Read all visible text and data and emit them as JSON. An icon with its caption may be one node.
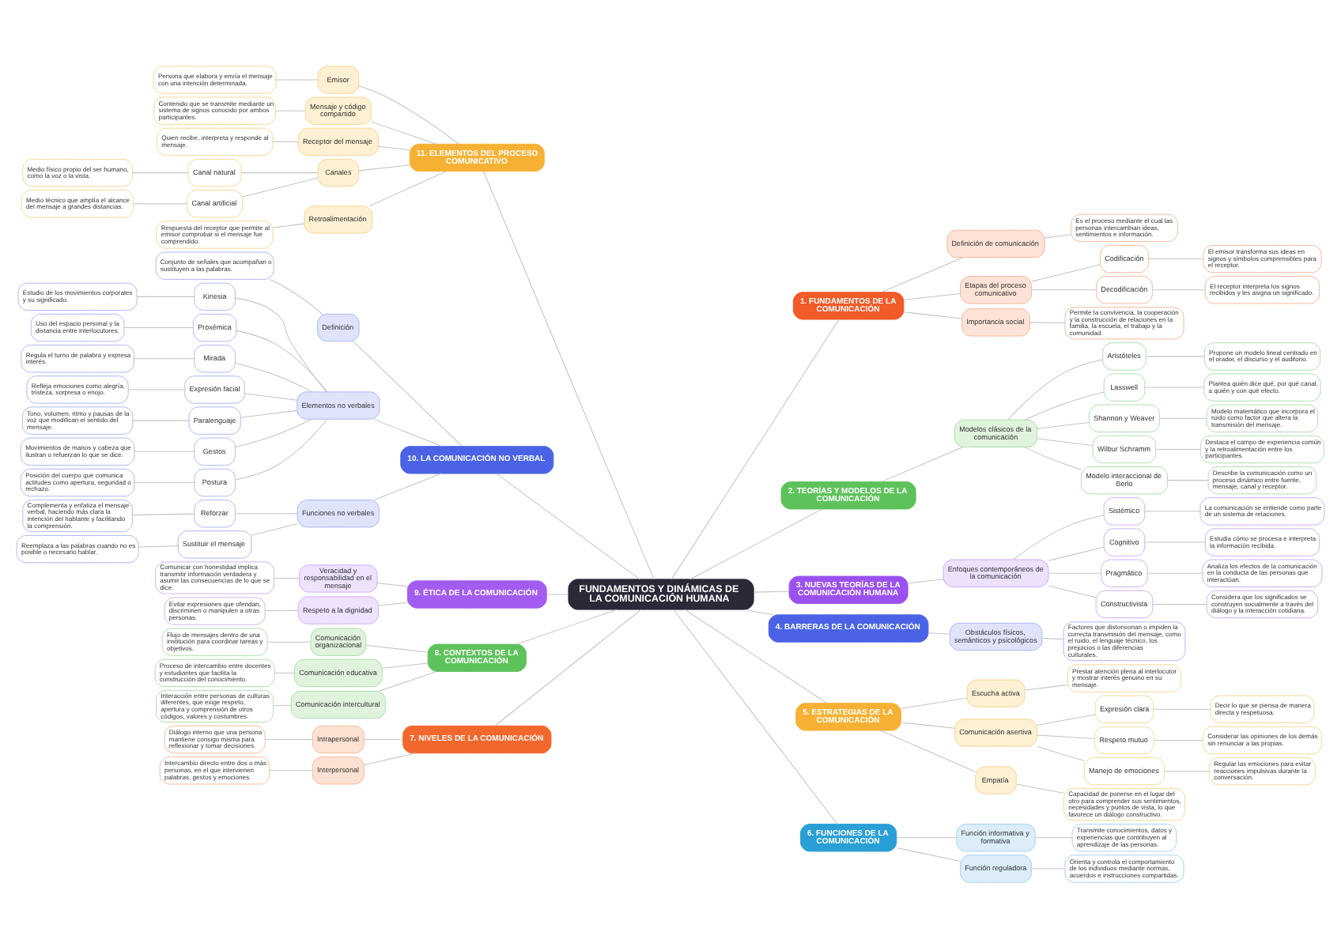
{
  "diagram": {
    "nodes": [
      {
        "text": [
          "FUNDAMENTOS Y DINÁMICAS DE LA COMUNICACIÓN HUMANA"
        ]
      },
      {
        "text": [
          "1. FUNDAMENTOS DE LA COMUNICACIÓN"
        ]
      },
      {
        "text": [
          "Definición de comunicación"
        ]
      },
      {
        "text": [
          "Es el proceso mediante el cual las personas intercambian ideas, sentimientos e información."
        ]
      },
      {
        "text": [
          "Etapas del proceso comunicativo"
        ]
      },
      {
        "text": [
          "Codificación"
        ]
      },
      {
        "text": [
          "El emisor transforma sus ideas en signos y símbolos comprensibles para el receptor."
        ]
      },
      {
        "text": [
          "Decodificación"
        ]
      },
      {
        "text": [
          "El receptor interpreta los signos recibidos y les asigna un significado."
        ]
      },
      {
        "text": [
          "Importancia social"
        ]
      },
      {
        "text": [
          "Permite la convivencia, la cooperación y la construcción de relaciones en la familia, la escuela, el trabajo y la comunidad."
        ]
      },
      {
        "text": [
          "2. TEORÍAS Y MODELOS DE LA COMUNICACIÓN"
        ]
      },
      {
        "text": [
          "Modelos clásicos de la comunicación"
        ]
      },
      {
        "text": [
          "Aristóteles"
        ]
      },
      {
        "text": [
          "Propone un modelo lineal centrado en el orador, el discurso y el auditorio."
        ]
      },
      {
        "text": [
          "Lasswell"
        ]
      },
      {
        "text": [
          "Plantea quién dice qué, por qué canal, a quién y con qué efecto."
        ]
      },
      {
        "text": [
          "Shannon y Weaver"
        ]
      },
      {
        "text": [
          "Modelo matemático que incorpora el ruido como factor que altera la transmisión del mensaje."
        ]
      },
      {
        "text": [
          "Wilbur Schramm"
        ]
      },
      {
        "text": [
          "Destaca el campo de experiencia común y la retroalimentación entre los participantes."
        ]
      },
      {
        "text": [
          "Modelo interaccional de Berlo"
        ]
      },
      {
        "text": [
          "Describe la comunicación como un proceso dinámico entre fuente, mensaje, canal y receptor."
        ]
      },
      {
        "text": [
          "3. NUEVAS TEORÍAS DE LA COMUNICACIÓN HUMANA"
        ]
      },
      {
        "text": [
          "Enfoques contemporáneos de la comunicación"
        ]
      },
      {
        "text": [
          "Sistémico"
        ]
      },
      {
        "text": [
          "La comunicación se entiende como parte de un sistema de relaciones."
        ]
      },
      {
        "text": [
          "Cognitivo"
        ]
      },
      {
        "text": [
          "Estudia cómo se procesa e interpreta la información recibida."
        ]
      },
      {
        "text": [
          "Pragmático"
        ]
      },
      {
        "text": [
          "Analiza los efectos de la comunicación en la conducta de las personas que interactúan."
        ]
      },
      {
        "text": [
          "Constructivista"
        ]
      },
      {
        "text": [
          "Considera que los significados se construyen socialmente a través del diálogo y la interacción cotidiana."
        ]
      },
      {
        "text": [
          "4. BARRERAS DE LA COMUNICACIÓN"
        ]
      },
      {
        "text": [
          "Obstáculos físicos, semánticos y psicológicos"
        ]
      },
      {
        "text": [
          "Factores que distorsionan o impiden la correcta transmisión del mensaje, como el ruido, el lenguaje técnico, los prejuicios o las diferencias culturales."
        ]
      },
      {
        "text": [
          "5. ESTRATEGIAS DE LA COMUNICACIÓN"
        ]
      },
      {
        "text": [
          "Escucha activa"
        ]
      },
      {
        "text": [
          "Prestar atención plena al interlocutor y mostrar interés genuino en su mensaje."
        ]
      },
      {
        "text": [
          "Comunicación asertiva"
        ]
      },
      {
        "text": [
          "Expresión clara"
        ]
      },
      {
        "text": [
          "Decir lo que se piensa de manera directa y respetuosa."
        ]
      },
      {
        "text": [
          "Respeto mutuo"
        ]
      },
      {
        "text": [
          "Considerar las opiniones de los demás sin renunciar a las propias."
        ]
      },
      {
        "text": [
          "Manejo de emociones"
        ]
      },
      {
        "text": [
          "Regular las emociones para evitar reacciones impulsivas durante la conversación."
        ]
      },
      {
        "text": [
          "Empatía"
        ]
      },
      {
        "text": [
          "Capacidad de ponerse en el lugar del otro para comprender sus sentimientos, necesidades y puntos de vista, lo que favorece un diálogo constructivo."
        ]
      },
      {
        "text": [
          "6. FUNCIONES DE LA COMUNICACIÓN"
        ]
      },
      {
        "text": [
          "Función informativa y formativa"
        ]
      },
      {
        "text": [
          "Transmite conocimientos, datos y experiencias que contribuyen al aprendizaje de las personas."
        ]
      },
      {
        "text": [
          "Función reguladora"
        ]
      },
      {
        "text": [
          "Orienta y controla el comportamiento de los individuos mediante normas, acuerdos e instrucciones compartidas."
        ]
      },
      {
        "text": [
          "7. NIVELES DE LA COMUNICACIÓN"
        ]
      },
      {
        "text": [
          "Intrapersonal"
        ]
      },
      {
        "text": [
          "Diálogo interno que una persona mantiene consigo misma para reflexionar y tomar decisiones."
        ]
      },
      {
        "text": [
          "Interpersonal"
        ]
      },
      {
        "text": [
          "Intercambio directo entre dos o más personas, en el que intervienen palabras, gestos y emociones."
        ]
      },
      {
        "text": [
          "8. CONTEXTOS DE LA COMUNICACIÓN"
        ]
      },
      {
        "text": [
          "Comunicación organizacional"
        ]
      },
      {
        "text": [
          "Flujo de mensajes dentro de una institución para coordinar tareas y objetivos."
        ]
      },
      {
        "text": [
          "Comunicación educativa"
        ]
      },
      {
        "text": [
          "Proceso de intercambio entre docentes y estudiantes que facilita la construcción del conocimiento."
        ]
      },
      {
        "text": [
          "Comunicación intercultural"
        ]
      },
      {
        "text": [
          "Interacción entre personas de culturas diferentes, que exige respeto, apertura y comprensión de otros códigos, valores y costumbres."
        ]
      },
      {
        "text": [
          "9. ÉTICA DE LA COMUNICACIÓN"
        ]
      },
      {
        "text": [
          "Veracidad y responsabilidad en el mensaje"
        ]
      },
      {
        "text": [
          "Comunicar con honestidad implica transmitir información verdadera y asumir las consecuencias de lo que se dice."
        ]
      },
      {
        "text": [
          "Respeto a la dignidad"
        ]
      },
      {
        "text": [
          "Evitar expresiones que ofendan, discriminen o manipulen a otras personas."
        ]
      },
      {
        "text": [
          "10. LA COMUNICACIÓN NO VERBAL"
        ]
      },
      {
        "text": [
          "Definición"
        ]
      },
      {
        "text": [
          "Conjunto de señales que acompañan o sustituyen a las palabras."
        ]
      },
      {
        "text": [
          "Elementos no verbales"
        ]
      },
      {
        "text": [
          "Kinesia"
        ]
      },
      {
        "text": [
          "Estudio de los movimientos corporales y su significado."
        ]
      },
      {
        "text": [
          "Proxémica"
        ]
      },
      {
        "text": [
          "Uso del espacio personal y la distancia entre interlocutores."
        ]
      },
      {
        "text": [
          "Mirada"
        ]
      },
      {
        "text": [
          "Regula el turno de palabra y expresa interés."
        ]
      },
      {
        "text": [
          "Expresión facial"
        ]
      },
      {
        "text": [
          "Refleja emociones como alegría, tristeza, sorpresa o enojo."
        ]
      },
      {
        "text": [
          "Paralenguaje"
        ]
      },
      {
        "text": [
          "Tono, volumen, ritmo y pausas de la voz que modifican el sentido del mensaje."
        ]
      },
      {
        "text": [
          "Gestos"
        ]
      },
      {
        "text": [
          "Movimientos de manos y cabeza que ilustran o refuerzan lo que se dice."
        ]
      },
      {
        "text": [
          "Postura"
        ]
      },
      {
        "text": [
          "Posición del cuerpo que comunica actitudes como apertura, seguridad o rechazo."
        ]
      },
      {
        "text": [
          "Funciones no verbales"
        ]
      },
      {
        "text": [
          "Reforzar"
        ]
      },
      {
        "text": [
          "Complementa y enfatiza el mensaje verbal, haciendo más clara la intención del hablante y facilitando la comprensión."
        ]
      },
      {
        "text": [
          "Sustituir el mensaje"
        ]
      },
      {
        "text": [
          "Reemplaza a las palabras cuando no es posible o necesario hablar."
        ]
      },
      {
        "text": [
          "11. ELEMENTOS DEL PROCESO COMUNICATIVO"
        ]
      },
      {
        "text": [
          "Emisor"
        ]
      },
      {
        "text": [
          "Persona que elabora y envía el mensaje con una intención determinada."
        ]
      },
      {
        "text": [
          "Mensaje y código compartido"
        ]
      },
      {
        "text": [
          "Contenido que se transmite mediante un sistema de signos conocido por ambos participantes."
        ]
      },
      {
        "text": [
          "Receptor del mensaje"
        ]
      },
      {
        "text": [
          "Quien recibe, interpreta y responde al mensaje."
        ]
      },
      {
        "text": [
          "Canales"
        ]
      },
      {
        "text": [
          "Canal natural"
        ]
      },
      {
        "text": [
          "Medio físico propio del ser humano, como la voz o la vista."
        ]
      },
      {
        "text": [
          "Canal artificial"
        ]
      },
      {
        "text": [
          "Medio técnico que amplía el alcance del mensaje a grandes distancias."
        ]
      },
      {
        "text": [
          "Retroalimentación"
        ]
      },
      {
        "text": [
          "Respuesta del receptor que permite al emisor comprobar si el mensaje fue comprendido."
        ]
      }
    ],
    "edges": [
      {
        "from": 0,
        "to": 1,
        "arrow": "none"
      },
      {
        "from": 1,
        "to": 2,
        "arrow": "none"
      },
      {
        "from": 2,
        "to": 3,
        "arrow": "none"
      },
      {
        "from": 1,
        "to": 4,
        "arrow": "none"
      },
      {
        "from": 4,
        "to": 5,
        "arrow": "none"
      },
      {
        "from": 5,
        "to": 6,
        "arrow": "none"
      },
      {
        "from": 4,
        "to": 7,
        "arrow": "none"
      },
      {
        "from": 7,
        "to": 8,
        "arrow": "none"
      },
      {
        "from": 1,
        "to": 9,
        "arrow": "none"
      },
      {
        "from": 9,
        "to": 10,
        "arrow": "none"
      },
      {
        "from": 0,
        "to": 11,
        "arrow": "none"
      },
      {
        "from": 11,
        "to": 12,
        "arrow": "none"
      },
      {
        "from": 12,
        "to": 13,
        "arrow": "none"
      },
      {
        "from": 13,
        "to": 14,
        "arrow": "none"
      },
      {
        "from": 12,
        "to": 15,
        "arrow": "none"
      },
      {
        "from": 15,
        "to": 16,
        "arrow": "none"
      },
      {
        "from": 12,
        "to": 17,
        "arrow": "none"
      },
      {
        "from": 17,
        "to": 18,
        "arrow": "none"
      },
      {
        "from": 12,
        "to": 19,
        "arrow": "none"
      },
      {
        "from": 19,
        "to": 20,
        "arrow": "none"
      },
      {
        "from": 12,
        "to": 21,
        "arrow": "none"
      },
      {
        "from": 21,
        "to": 22,
        "arrow": "none"
      },
      {
        "from": 0,
        "to": 23,
        "arrow": "none"
      },
      {
        "from": 23,
        "to": 24,
        "arrow": "none"
      },
      {
        "from": 24,
        "to": 25,
        "arrow": "none"
      },
      {
        "from": 25,
        "to": 26,
        "arrow": "none"
      },
      {
        "from": 24,
        "to": 27,
        "arrow": "none"
      },
      {
        "from": 27,
        "to": 28,
        "arrow": "none"
      },
      {
        "from": 24,
        "to": 29,
        "arrow": "none"
      },
      {
        "from": 29,
        "to": 30,
        "arrow": "none"
      },
      {
        "from": 24,
        "to": 31,
        "arrow": "none"
      },
      {
        "from": 31,
        "to": 32,
        "arrow": "none"
      },
      {
        "from": 0,
        "to": 33,
        "arrow": "none"
      },
      {
        "from": 33,
        "to": 34,
        "arrow": "none"
      },
      {
        "from": 34,
        "to": 35,
        "arrow": "none"
      },
      {
        "from": 0,
        "to": 36,
        "arrow": "none"
      },
      {
        "from": 36,
        "to": 37,
        "arrow": "none"
      },
      {
        "from": 37,
        "to": 38,
        "arrow": "none"
      },
      {
        "from": 36,
        "to": 39,
        "arrow": "none"
      },
      {
        "from": 39,
        "to": 40,
        "arrow": "none"
      },
      {
        "from": 40,
        "to": 41,
        "arrow": "none"
      },
      {
        "from": 39,
        "to": 42,
        "arrow": "none"
      },
      {
        "from": 42,
        "to": 43,
        "arrow": "none"
      },
      {
        "from": 39,
        "to": 44,
        "arrow": "none"
      },
      {
        "from": 44,
        "to": 45,
        "arrow": "none"
      },
      {
        "from": 36,
        "to": 46,
        "arrow": "none"
      },
      {
        "from": 46,
        "to": 47,
        "arrow": "none"
      },
      {
        "from": 0,
        "to": 48,
        "arrow": "none"
      },
      {
        "from": 48,
        "to": 49,
        "arrow": "none"
      },
      {
        "from": 49,
        "to": 50,
        "arrow": "none"
      },
      {
        "from": 48,
        "to": 51,
        "arrow": "none"
      },
      {
        "from": 51,
        "to": 52,
        "arrow": "none"
      },
      {
        "from": 0,
        "to": 53,
        "arrow": "none"
      },
      {
        "from": 53,
        "to": 54,
        "arrow": "none"
      },
      {
        "from": 54,
        "to": 55,
        "arrow": "none"
      },
      {
        "from": 53,
        "to": 56,
        "arrow": "none"
      },
      {
        "from": 56,
        "to": 57,
        "arrow": "none"
      },
      {
        "from": 0,
        "to": 58,
        "arrow": "none"
      },
      {
        "from": 58,
        "to": 59,
        "arrow": "none"
      },
      {
        "from": 59,
        "to": 60,
        "arrow": "none"
      },
      {
        "from": 58,
        "to": 61,
        "arrow": "none"
      },
      {
        "from": 61,
        "to": 62,
        "arrow": "none"
      },
      {
        "from": 58,
        "to": 63,
        "arrow": "none"
      },
      {
        "from": 63,
        "to": 64,
        "arrow": "none"
      },
      {
        "from": 0,
        "to": 65,
        "arrow": "none"
      },
      {
        "from": 65,
        "to": 66,
        "arrow": "none"
      },
      {
        "from": 66,
        "to": 67,
        "arrow": "none"
      },
      {
        "from": 65,
        "to": 68,
        "arrow": "none"
      },
      {
        "from": 68,
        "to": 69,
        "arrow": "none"
      },
      {
        "from": 0,
        "to": 70,
        "arrow": "none"
      },
      {
        "from": 70,
        "to": 71,
        "arrow": "none"
      },
      {
        "from": 71,
        "to": 72,
        "arrow": "none"
      },
      {
        "from": 70,
        "to": 73,
        "arrow": "none"
      },
      {
        "from": 73,
        "to": 74,
        "arrow": "none"
      },
      {
        "from": 74,
        "to": 75,
        "arrow": "none"
      },
      {
        "from": 73,
        "to": 76,
        "arrow": "none"
      },
      {
        "from": 76,
        "to": 77,
        "arrow": "none"
      },
      {
        "from": 73,
        "to": 78,
        "arrow": "none"
      },
      {
        "from": 78,
        "to": 79,
        "arrow": "none"
      },
      {
        "from": 73,
        "to": 80,
        "arrow": "none"
      },
      {
        "from": 80,
        "to": 81,
        "arrow": "none"
      },
      {
        "from": 73,
        "to": 82,
        "arrow": "none"
      },
      {
        "from": 82,
        "to": 83,
        "arrow": "none"
      },
      {
        "from": 73,
        "to": 84,
        "arrow": "none"
      },
      {
        "from": 84,
        "to": 85,
        "arrow": "none"
      },
      {
        "from": 73,
        "to": 86,
        "arrow": "none"
      },
      {
        "from": 86,
        "to": 87,
        "arrow": "none"
      },
      {
        "from": 70,
        "to": 88,
        "arrow": "none"
      },
      {
        "from": 88,
        "to": 89,
        "arrow": "none"
      },
      {
        "from": 89,
        "to": 90,
        "arrow": "none"
      },
      {
        "from": 88,
        "to": 91,
        "arrow": "none"
      },
      {
        "from": 91,
        "to": 92,
        "arrow": "none"
      },
      {
        "from": 0,
        "to": 93,
        "arrow": "none"
      },
      {
        "from": 93,
        "to": 94,
        "arrow": "none"
      },
      {
        "from": 94,
        "to": 95,
        "arrow": "none"
      },
      {
        "from": 93,
        "to": 96,
        "arrow": "none"
      },
      {
        "from": 96,
        "to": 97,
        "arrow": "none"
      },
      {
        "from": 93,
        "to": 98,
        "arrow": "none"
      },
      {
        "from": 98,
        "to": 99,
        "arrow": "none"
      },
      {
        "from": 93,
        "to": 100,
        "arrow": "none"
      },
      {
        "from": 100,
        "to": 101,
        "arrow": "none"
      },
      {
        "from": 101,
        "to": 102,
        "arrow": "none"
      },
      {
        "from": 100,
        "to": 103,
        "arrow": "none"
      },
      {
        "from": 103,
        "to": 104,
        "arrow": "none"
      },
      {
        "from": 93,
        "to": 105,
        "arrow": "none"
      },
      {
        "from": 105,
        "to": 106,
        "arrow": "none"
      }
    ]
  }
}
